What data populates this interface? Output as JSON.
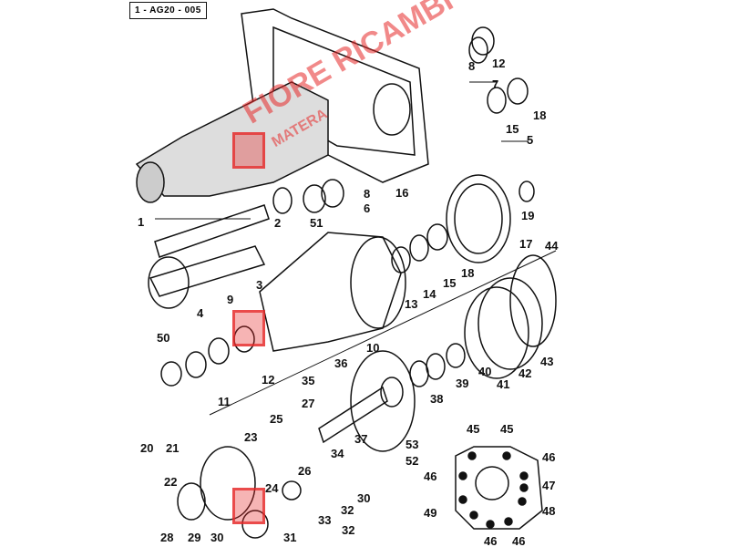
{
  "diagram_code": "1 - AG20 - 005",
  "watermark": {
    "line1": "FIORE RICAMBI",
    "line2": "MATERA"
  },
  "labels": [
    "8",
    "12",
    "7",
    "15",
    "18",
    "5",
    "8",
    "6",
    "16",
    "19",
    "17",
    "44",
    "1",
    "2",
    "51",
    "3",
    "14",
    "15",
    "18",
    "13",
    "4",
    "9",
    "50",
    "10",
    "12",
    "11",
    "36",
    "35",
    "40",
    "39",
    "41",
    "42",
    "43",
    "38",
    "27",
    "25",
    "23",
    "37",
    "34",
    "53",
    "52",
    "20",
    "21",
    "22",
    "26",
    "24",
    "30",
    "32",
    "33",
    "32",
    "28",
    "29",
    "30",
    "31",
    "45",
    "45",
    "46",
    "46",
    "47",
    "49",
    "48",
    "46",
    "46"
  ],
  "colors": {
    "ink": "#111111",
    "watermark": "#e62828"
  }
}
